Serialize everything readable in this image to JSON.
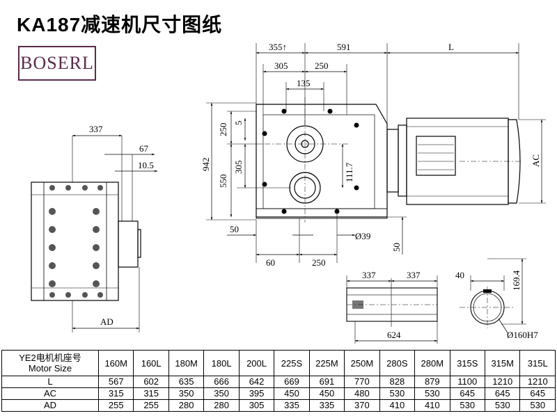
{
  "title": "KA187减速机尺寸图纸",
  "logo": "BOSERL",
  "dims": {
    "d355": "355↑",
    "d591": "591",
    "dL": "L",
    "d305a": "305",
    "d250a": "250",
    "d135": "135",
    "d250v": "250",
    "d5": "5",
    "d942": "942",
    "d305v": "305",
    "d550": "550",
    "d111": "111.7",
    "d50h": "50",
    "dphi39": "Ø39",
    "d60": "60",
    "d250b": "250",
    "d50v": "50",
    "dAC": "AC",
    "d337": "337",
    "d67": "67",
    "d105": "10.5",
    "dAD": "AD",
    "d337l": "337",
    "d337r": "337",
    "d624": "624",
    "d40": "40",
    "d1694": "169.4",
    "dphi160": "Ø160H7"
  },
  "table": {
    "header_line1": "YE2电机机座号",
    "header_line2": "Motor Size",
    "sizes": [
      "160M",
      "160L",
      "180M",
      "180L",
      "200L",
      "225S",
      "225M",
      "250M",
      "280S",
      "280M",
      "315S",
      "315M",
      "315L"
    ],
    "rows": [
      {
        "label": "L",
        "values": [
          "567",
          "602",
          "635",
          "666",
          "642",
          "669",
          "691",
          "770",
          "828",
          "879",
          "1100",
          "1210",
          "1210"
        ]
      },
      {
        "label": "AC",
        "values": [
          "315",
          "315",
          "350",
          "350",
          "395",
          "450",
          "450",
          "480",
          "530",
          "530",
          "645",
          "645",
          "645"
        ]
      },
      {
        "label": "AD",
        "values": [
          "255",
          "255",
          "280",
          "280",
          "305",
          "335",
          "335",
          "370",
          "410",
          "410",
          "530",
          "530",
          "530"
        ]
      }
    ]
  }
}
